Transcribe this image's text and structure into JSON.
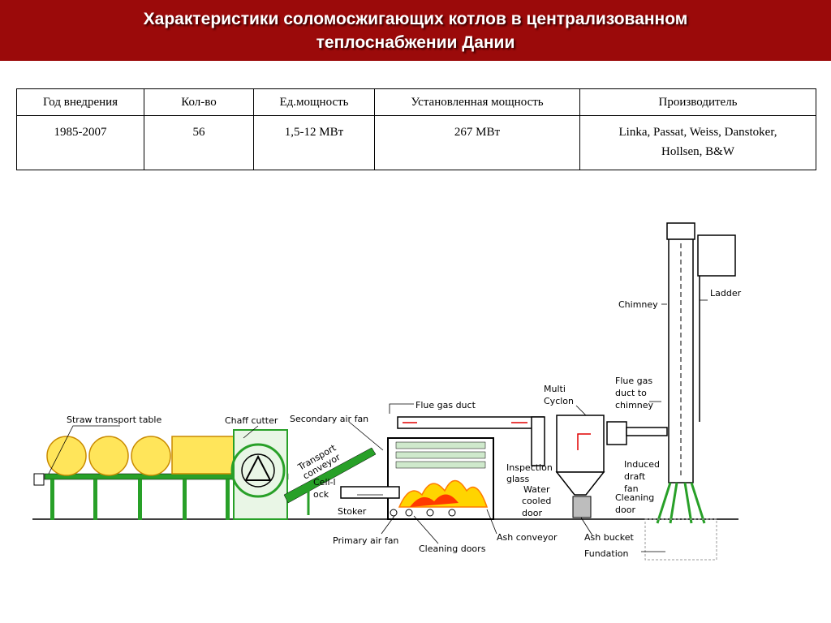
{
  "header": {
    "title_line1": "Характеристики соломосжигающих котлов в централизованном",
    "title_line2": "теплоснабжении Дании"
  },
  "table": {
    "columns": [
      "Год внедрения",
      "Кол-во",
      "Ед.мощность",
      "Установленная мощность",
      "Производитель"
    ],
    "row": {
      "year": "1985-2007",
      "count": "56",
      "unit_power": "1,5-12 МВт",
      "installed": "267 МВт",
      "manufacturer_line1": "Linka, Passat, Weiss, Danstoker,",
      "manufacturer_line2": "Hollsen, B&W"
    }
  },
  "diagram": {
    "labels": {
      "straw_table": "Straw transport table",
      "chaff_cutter": "Chaff cutter",
      "transport_conveyor_1": "Transport",
      "transport_conveyor_2": "conveyor",
      "secondary_air_fan": "Secondary air fan",
      "flue_gas_duct": "Flue gas duct",
      "multi_cyclon_1": "Multi",
      "multi_cyclon_2": "Cyclon",
      "flue_gas_to_chimney_1": "Flue gas",
      "flue_gas_to_chimney_2": "duct to",
      "flue_gas_to_chimney_3": "chimney",
      "chimney": "Chimney",
      "ladder": "Ladder",
      "cell_lock_1": "Cell-l",
      "cell_lock_2": "ock",
      "stoker": "Stoker",
      "inspection_glass_1": "Inspection",
      "inspection_glass_2": "glass",
      "water_cooled_door_1": "Water",
      "water_cooled_door_2": "cooled",
      "water_cooled_door_3": "door",
      "induced_draft_fan_1": "Induced",
      "induced_draft_fan_2": "draft",
      "induced_draft_fan_3": "fan",
      "cleaning_door": "Cleaning",
      "cleaning_door_2": "door",
      "primary_air_fan": "Primary air fan",
      "cleaning_doors": "Cleaning doors",
      "ash_conveyor": "Ash conveyor",
      "ash_bucket": "Ash bucket",
      "fundation": "Fundation"
    }
  }
}
